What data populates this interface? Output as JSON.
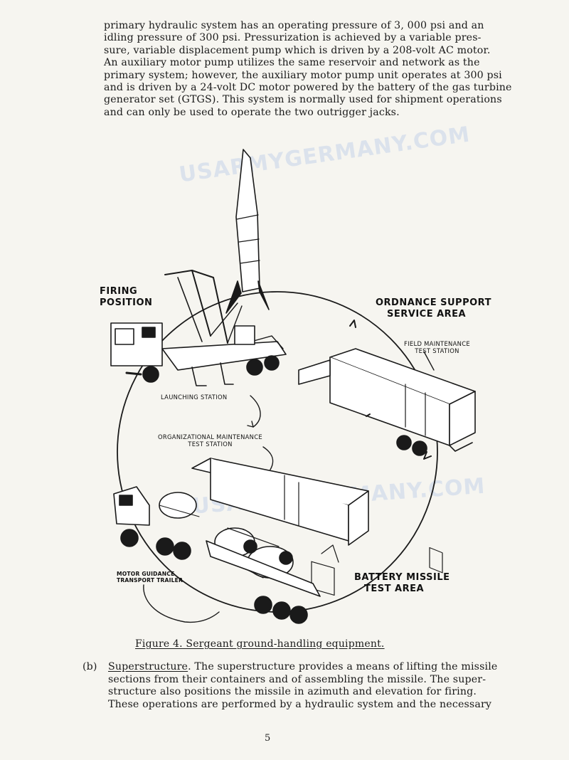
{
  "paragraph_top": {
    "lines": [
      "primary hydraulic system has an operating pressure of 3, 000 psi and an",
      "idling pressure of 300 psi.  Pressurization is achieved by a variable pres-",
      "sure, variable displacement pump which is driven by a 208-volt AC motor.",
      "An auxiliary motor pump utilizes the same reservoir and network as the",
      "primary system; however, the auxiliary motor pump unit operates at 300 psi",
      "and is driven by a 24-volt DC motor powered by the battery of the gas turbine",
      "generator set (GTGS).   This system is normally used for shipment operations",
      "and can only be used to operate the two outrigger jacks."
    ]
  },
  "figure": {
    "labels": {
      "firing_position": [
        "FIRING",
        "POSITION"
      ],
      "launching_station": "LAUNCHING  STATION",
      "ordnance_support": [
        "ORDNANCE SUPPORT",
        "SERVICE AREA"
      ],
      "field_maintenance": [
        "FIELD  MAINTENANCE",
        "TEST  STATION"
      ],
      "organizational_maintenance": [
        "ORGANIZATIONAL  MAINTENANCE",
        "TEST   STATION"
      ],
      "motor_guidance": [
        "MOTOR GUIDANCE",
        "TRANSPORT TRAILER"
      ],
      "battery_missile": [
        "BATTERY MISSILE",
        "TEST AREA"
      ]
    },
    "caption": "Figure 4.  Sergeant ground-handling equipment."
  },
  "watermark": {
    "text": "USARMYGERMANY.COM",
    "color": "#c6d3ea"
  },
  "paragraph_bottom": {
    "marker": "(b)",
    "heading": "Superstructure",
    "lines": [
      ".  The superstructure provides a means of lifting the missile",
      "sections from their containers and of assembling the missile.  The super-",
      "structure also positions the missile in azimuth and elevation for firing.",
      "These operations are performed by a hydraulic system and the necessary"
    ]
  },
  "page_number": "5"
}
